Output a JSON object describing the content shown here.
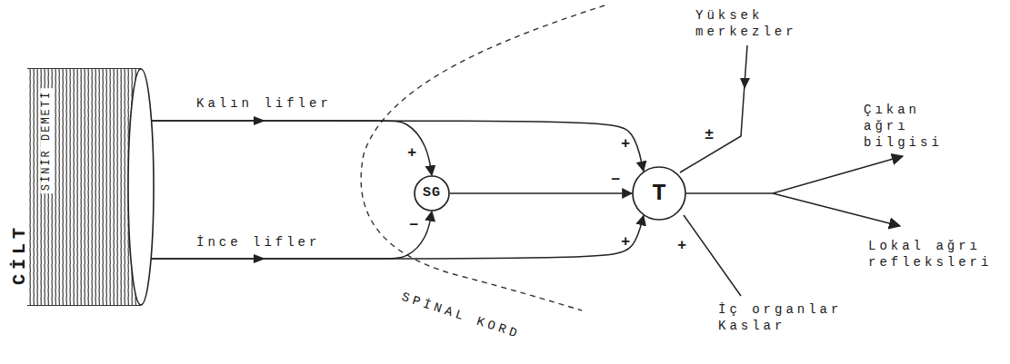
{
  "diagram": {
    "nodes": [
      {
        "text": [
          "CİLT",
          "SİNİR DEMETİ"
        ]
      },
      {
        "text": [
          "SG"
        ]
      },
      {
        "text": [
          "T"
        ]
      }
    ],
    "edges": [
      {
        "from": 0,
        "to": 2,
        "arrow": "to",
        "label": "Kalın lifler"
      },
      {
        "from": 0,
        "to": 1,
        "arrow": "to"
      },
      {
        "from": 0,
        "to": 2,
        "arrow": "to",
        "label": "İnce lifler"
      },
      {
        "from": 0,
        "to": 1,
        "arrow": "to"
      },
      {
        "from": 1,
        "to": 2,
        "arrow": "to"
      }
    ],
    "labels": [
      "+",
      "−",
      "−",
      "+",
      "+",
      "±",
      "Yüksek merkezler",
      "+",
      "İç organlar Kaslar",
      "Çıkan ağrı bilgisi",
      "Lokal ağrı refleksleri",
      "SPİNAL KORD"
    ]
  }
}
